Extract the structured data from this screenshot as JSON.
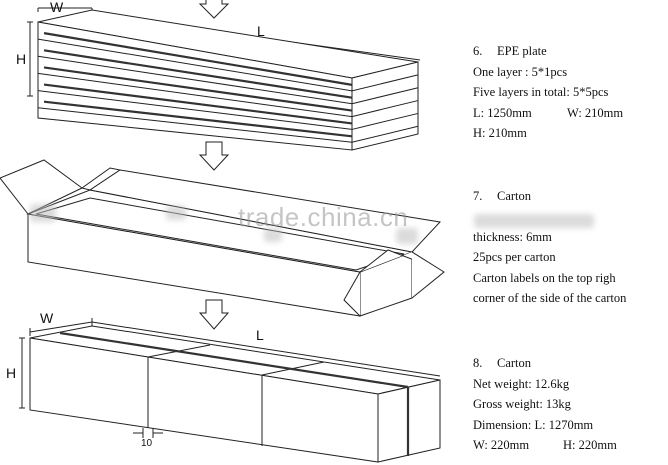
{
  "diagram": {
    "dimension_labels": {
      "top_w": "W",
      "top_h": "H",
      "top_l": "L",
      "bottom_w": "W",
      "bottom_h": "H",
      "bottom_l": "L",
      "gap": "10"
    },
    "watermark": "trade.china.cn"
  },
  "specs": [
    {
      "number": "6.",
      "title": "EPE plate",
      "lines": [
        {
          "text": "One layer : 5*1pcs"
        },
        {
          "text": "Five layers in total: 5*5pcs"
        },
        {
          "left": "L: 1250mm",
          "right": "W: 210mm"
        },
        {
          "text": "H: 210mm"
        }
      ]
    },
    {
      "number": "7.",
      "title": "Carton",
      "lines": [
        {
          "text": "thickness: 6mm"
        },
        {
          "text": "25pcs per carton"
        },
        {
          "text": "Carton labels on the top righ"
        },
        {
          "text": "corner of the side of the carton"
        }
      ]
    },
    {
      "number": "8.",
      "title": "Carton",
      "lines": [
        {
          "text": "Net weight: 12.6kg"
        },
        {
          "text": "Gross weight: 13kg"
        },
        {
          "text": "Dimension: L: 1270mm"
        },
        {
          "left": "W: 220mm",
          "right": "H: 220mm"
        }
      ]
    }
  ]
}
